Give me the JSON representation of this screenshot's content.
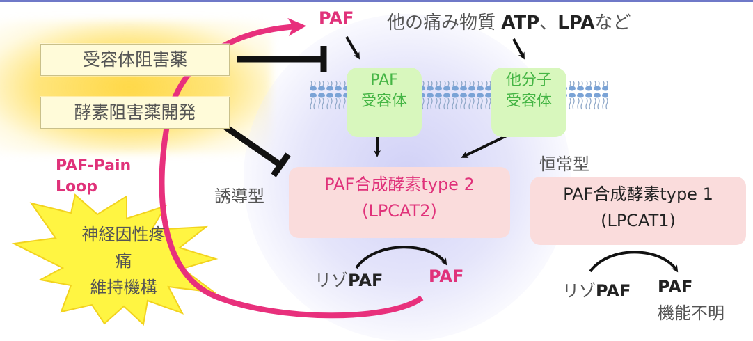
{
  "colors": {
    "accent_pink": "#e0327a",
    "receptor_green": "#d8f7bd",
    "enzyme_pink": "#fadcdc",
    "label_yellow": "#fffbd9",
    "halo_lavender": "#d7d7f8",
    "membrane_blue": "#7aa3d6"
  },
  "labels": {
    "receptor_inhibitor": "受容体阻害薬",
    "enzyme_inhibitor_dev": "酵素阻害薬開発",
    "paf_top": "PAF",
    "other_substances_prefix": "他の痛み物質 ",
    "other_substances_atp": "ATP",
    "other_substances_sep": "、",
    "other_substances_lpa": "LPA",
    "other_substances_suffix": "など",
    "paf_receptor_line1": "PAF",
    "paf_receptor_line2": "受容体",
    "other_receptor_line1": "他分子",
    "other_receptor_line2": "受容体",
    "loop_line1": "PAF-Pain",
    "loop_line2": "Loop",
    "induced": "誘導型",
    "constitutive": "恒常型",
    "enzyme2_prefix": "PAF",
    "enzyme2_name": "合成酵素",
    "enzyme2_type": "type 2",
    "enzyme2_code": "(LPCAT2)",
    "enzyme1_prefix": "PAF",
    "enzyme1_name": "合成酵素",
    "enzyme1_type": "type 1",
    "enzyme1_code": "(LPCAT1)",
    "pain_line1": "神経因性疼",
    "pain_line2": "痛",
    "pain_line3": "維持機構",
    "lyso_prefix": "リゾ",
    "lyso_paf": "PAF",
    "paf_product": "PAF",
    "function_unknown": "機能不明"
  },
  "icons": [
    "inhibition-arrow",
    "activation-arrow",
    "lipid-bilayer",
    "starburst",
    "loop-arrow"
  ]
}
